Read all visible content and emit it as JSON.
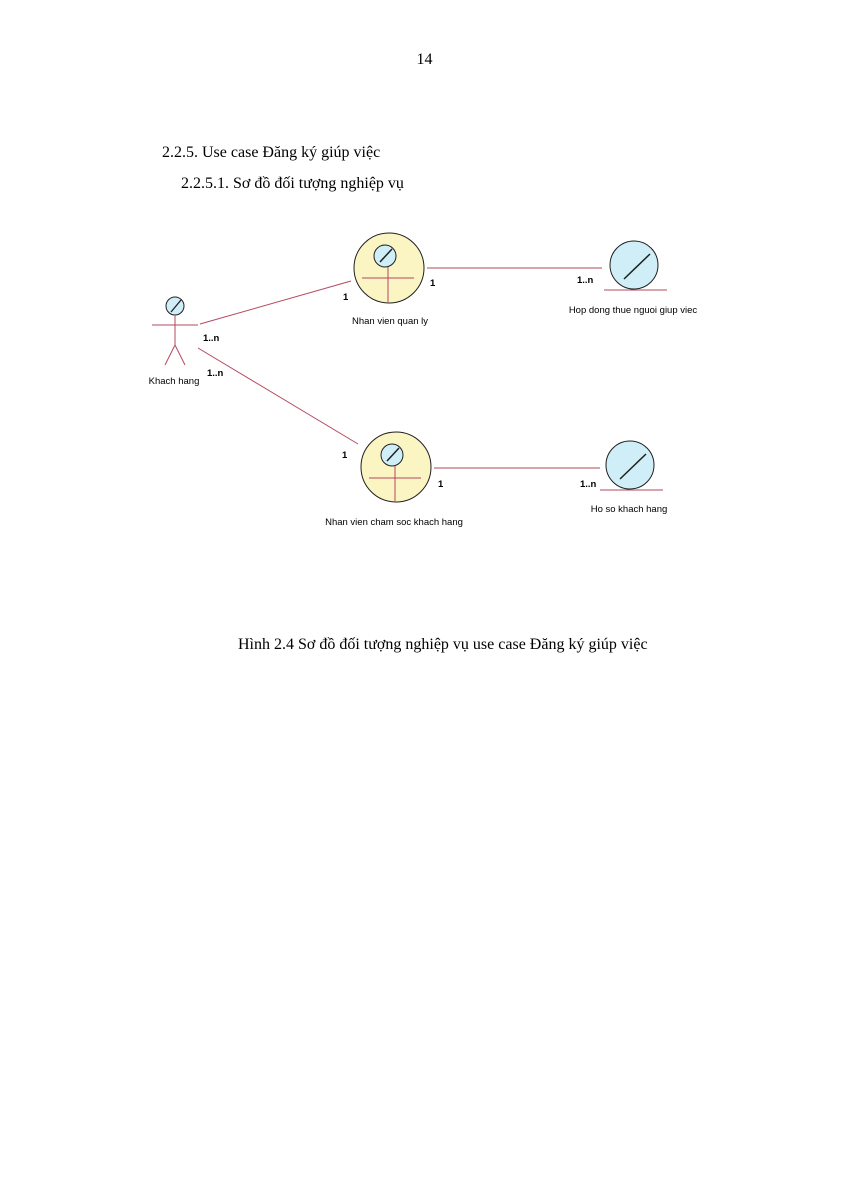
{
  "page": {
    "number": "14",
    "section_heading": "2.2.5. Use case Đăng ký giúp việc",
    "subsection_heading": "2.2.5.1. Sơ đồ đối tượng nghiệp vụ",
    "figure_caption": "Hình 2.4 Sơ đồ đối tượng nghiệp vụ use case Đăng ký giúp việc"
  },
  "diagram": {
    "colors": {
      "line": "#b5485f",
      "worker_fill": "#fbf4c3",
      "entity_fill": "#cfeef7",
      "outline": "#202020"
    },
    "actor": {
      "label": "Khach hang",
      "icon": "business-actor-icon"
    },
    "workers": [
      {
        "label": "Nhan vien quan ly",
        "icon": "business-worker-icon"
      },
      {
        "label": "Nhan vien cham soc khach hang",
        "icon": "business-worker-icon"
      }
    ],
    "entities": [
      {
        "label": "Hop dong thue nguoi giup viec",
        "icon": "business-entity-icon"
      },
      {
        "label": "Ho so khach hang",
        "icon": "business-entity-icon"
      }
    ],
    "associations": [
      {
        "from": "Khach hang",
        "to": "Nhan vien quan ly",
        "from_mult": "1..n",
        "to_mult": "1"
      },
      {
        "from": "Khach hang",
        "to": "Nhan vien cham soc khach hang",
        "from_mult": "1..n",
        "to_mult": "1"
      },
      {
        "from": "Nhan vien quan ly",
        "to": "Hop dong thue nguoi giup viec",
        "from_mult": "1",
        "to_mult": "1..n"
      },
      {
        "from": "Nhan vien cham soc khach hang",
        "to": "Ho so khach hang",
        "from_mult": "1",
        "to_mult": "1..n"
      }
    ]
  }
}
